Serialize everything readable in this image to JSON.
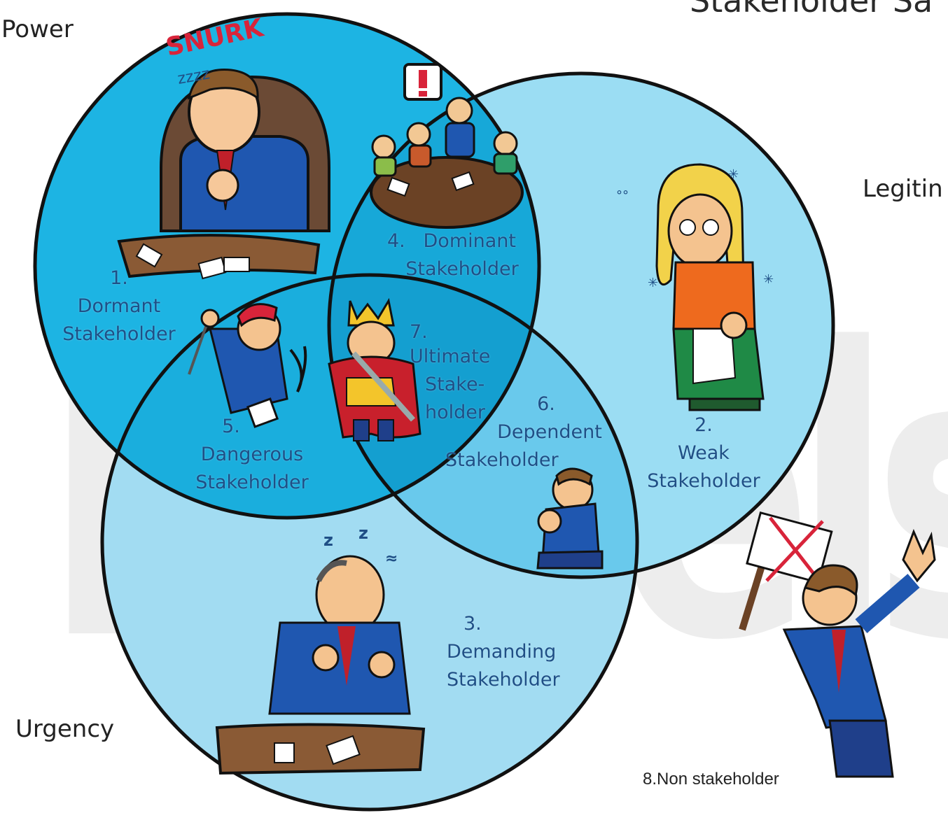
{
  "title": "Stakeholder Sa",
  "axes": {
    "power": "Power",
    "legitimacy": "Legitin",
    "urgency": "Urgency"
  },
  "watermark": "Motelsa.c",
  "stakeholders": [
    {
      "num": "1.",
      "line1": "Dormant",
      "line2": "Stakeholder"
    },
    {
      "num": "2.",
      "line1": "Weak",
      "line2": "Stakeholder"
    },
    {
      "num": "3.",
      "line1": "Demanding",
      "line2": "Stakeholder"
    },
    {
      "num": "4.",
      "line1": "Dominant",
      "line2": "Stakeholder"
    },
    {
      "num": "5.",
      "line1": "Dangerous",
      "line2": "Stakeholder"
    },
    {
      "num": "6.",
      "line1": "Dependent",
      "line2": "Stakeholder"
    },
    {
      "num": "7.",
      "line1": "Ultimate",
      "line2": "Stake-",
      "line3": "holder"
    }
  ],
  "non_stakeholder": "8.Non stakeholder",
  "icons": [
    "sleeping-boss-icon",
    "meeting-table-icon",
    "worried-woman-icon",
    "devil-man-icon",
    "king-icon",
    "kneeling-man-icon",
    "angry-boss-icon",
    "protester-icon"
  ],
  "colors": {
    "power": "#1db4e3",
    "legitimacy": "#9bddf3",
    "urgency": "#a2dcf2",
    "outline": "#111111",
    "text": "#1f4f86"
  }
}
